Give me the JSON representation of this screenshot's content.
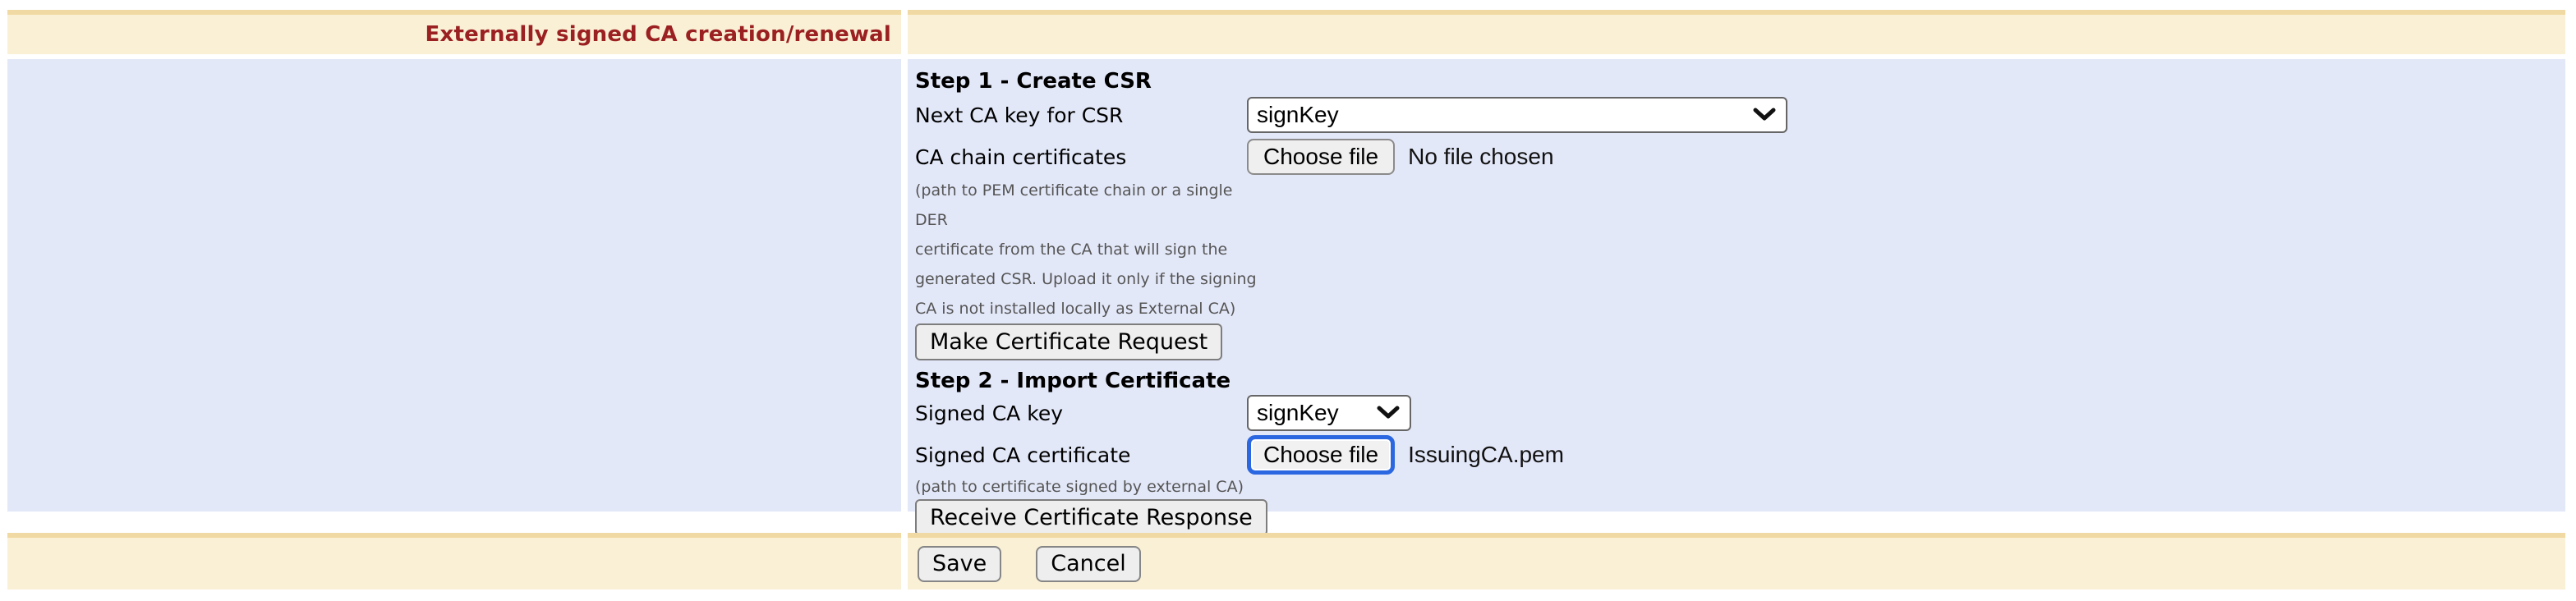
{
  "header": {
    "title": "Externally signed CA creation/renewal"
  },
  "form": {
    "step1": {
      "heading": "Step 1 - Create CSR",
      "next_ca_key": {
        "label": "Next CA key for CSR",
        "value": "signKey"
      },
      "ca_chain": {
        "label": "CA chain certificates",
        "button": "Choose file",
        "file": "No file chosen"
      },
      "hint_lines": [
        "(path to PEM certificate chain or a single DER",
        "certificate from the CA that will sign the",
        "generated CSR. Upload it only if the signing",
        "CA is not installed locally as External CA)"
      ],
      "make_request_button": "Make Certificate Request"
    },
    "step2": {
      "heading": "Step 2 - Import Certificate",
      "signed_ca_key": {
        "label": "Signed CA key",
        "value": "signKey"
      },
      "signed_ca_cert": {
        "label": "Signed CA certificate",
        "button": "Choose file",
        "file": "IssuingCA.pem"
      },
      "hint": "(path to certificate signed by external CA)",
      "receive_response_button": "Receive Certificate Response"
    }
  },
  "footer": {
    "save_label": "Save",
    "cancel_label": "Cancel"
  },
  "colors": {
    "bar_cream": "#faf0d6",
    "bar_tan_strip": "#f1d9a3",
    "panel_lavender": "#e3e8f9",
    "title_red": "#9a2021",
    "hint_gray": "#555555",
    "focus_ring_blue": "#2b67e0",
    "control_gray": "#efefef"
  }
}
